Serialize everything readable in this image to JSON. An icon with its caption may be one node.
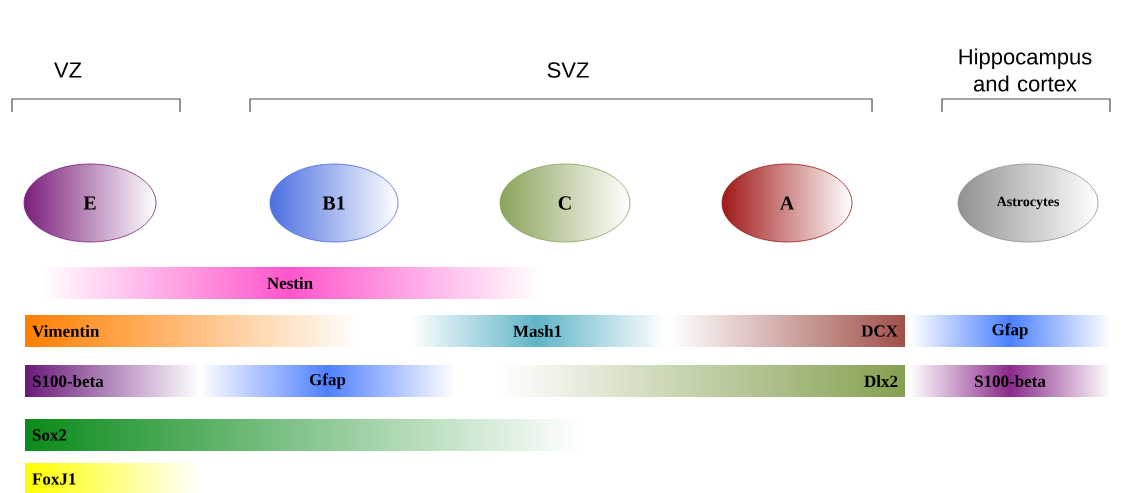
{
  "diagram": {
    "nodes": [
      {
        "text": [
          "E"
        ]
      },
      {
        "text": [
          "B1"
        ]
      },
      {
        "text": [
          "C"
        ]
      },
      {
        "text": [
          "A"
        ]
      },
      {
        "text": [
          "Astrocytes"
        ]
      },
      {
        "text": [
          "Nestin"
        ]
      },
      {
        "text": [
          "Vimentin"
        ]
      },
      {
        "text": [
          "Mash1"
        ]
      },
      {
        "text": [
          "DCX"
        ]
      },
      {
        "text": [
          "Gfap"
        ]
      },
      {
        "text": [
          "S100-beta"
        ]
      },
      {
        "text": [
          "Gfap"
        ]
      },
      {
        "text": [
          "Dlx2"
        ]
      },
      {
        "text": [
          "S100-beta"
        ]
      },
      {
        "text": [
          "Sox2"
        ]
      },
      {
        "text": [
          "FoxJ1"
        ]
      }
    ],
    "labels": [
      "VZ",
      "SVZ",
      "Hippocampus and cortex"
    ]
  }
}
